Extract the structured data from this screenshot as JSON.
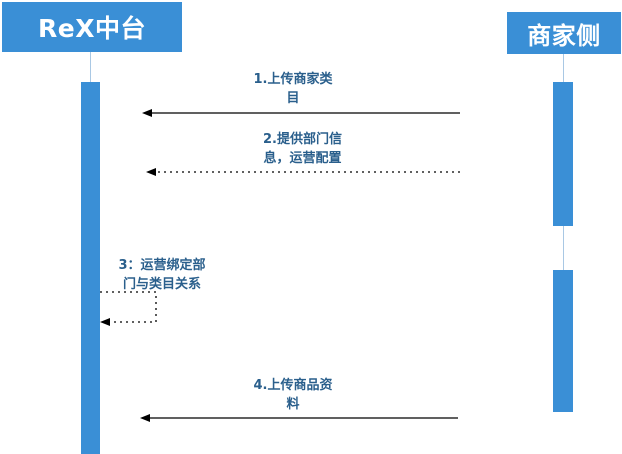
{
  "actors": {
    "left": "ReX中台",
    "right": "商家侧"
  },
  "messages": [
    {
      "line1": "1.上传商家类",
      "line2": "目"
    },
    {
      "line1": "2.提供部门信",
      "line2": "息，运营配置"
    },
    {
      "line1": "3：运营绑定部",
      "line2": "门与类目关系"
    },
    {
      "line1": "4.上传商品资",
      "line2": "料"
    }
  ],
  "colors": {
    "actor_bg": "#3a8fd6",
    "activation": "#3a8fd6",
    "message_text": "#2a5f8c",
    "arrow": "#000000"
  }
}
